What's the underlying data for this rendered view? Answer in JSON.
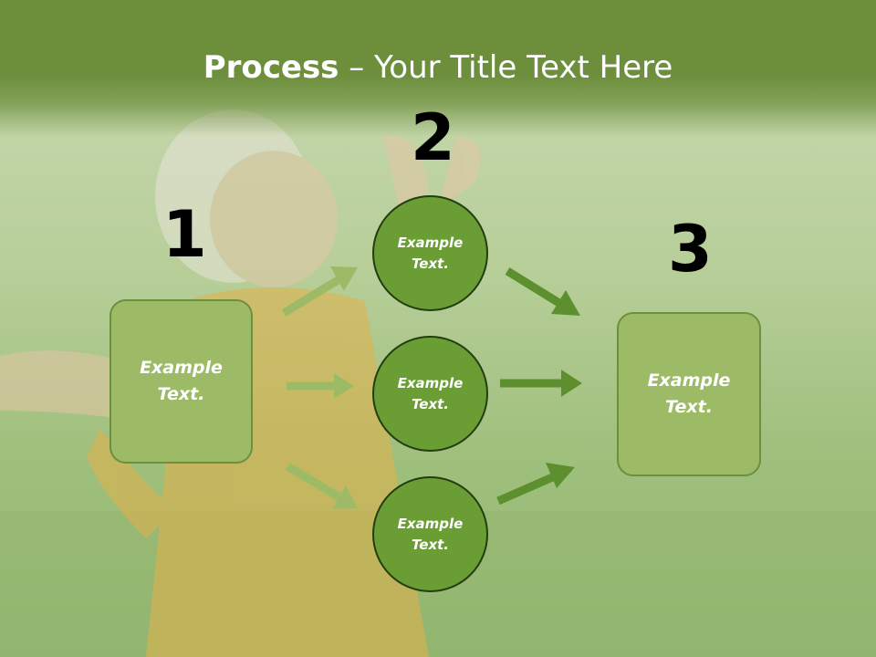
{
  "title": {
    "bold": "Process",
    "rest": " – Your Title Text Here"
  },
  "steps": [
    "1",
    "2",
    "3"
  ],
  "left_box": {
    "line1": "Example",
    "line2": "Text."
  },
  "circles": [
    {
      "line1": "Example",
      "line2": "Text."
    },
    {
      "line1": "Example",
      "line2": "Text."
    },
    {
      "line1": "Example",
      "line2": "Text."
    }
  ],
  "right_box": {
    "line1": "Example",
    "line2": "Text."
  },
  "colors": {
    "header": "#6d8f3c",
    "box": "#9dbb66",
    "circle": "#6a9e35",
    "arrow_light": "#9dbb66",
    "arrow_dark": "#5e8f2e"
  }
}
